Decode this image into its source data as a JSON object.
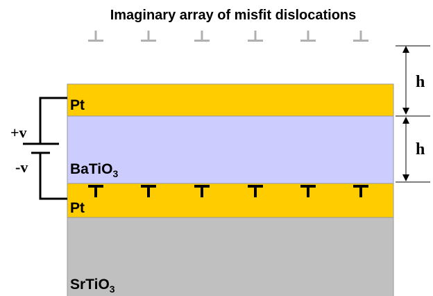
{
  "title": "Imaginary array of misfit dislocations",
  "layers": {
    "top_electrode": {
      "label": "Pt",
      "color": "#FFCC00"
    },
    "ferroelectric": {
      "label_main": "BaTiO",
      "label_sub": "3",
      "color": "#CCCCFF"
    },
    "bottom_electrode": {
      "label": "Pt",
      "color": "#FFCC00"
    },
    "substrate": {
      "label_main": "SrTiO",
      "label_sub": "3",
      "color": "#C0C0C0"
    }
  },
  "voltage": {
    "positive_label": "+v",
    "negative_label": "-v"
  },
  "dimensions": {
    "top_label": "h",
    "bottom_label": "h"
  },
  "dislocations": {
    "imaginary_count": 6,
    "imaginary_color": "#B0B0B0",
    "real_count": 6,
    "real_color": "#000000"
  },
  "colors": {
    "outline": "#999999",
    "line": "#000000"
  }
}
